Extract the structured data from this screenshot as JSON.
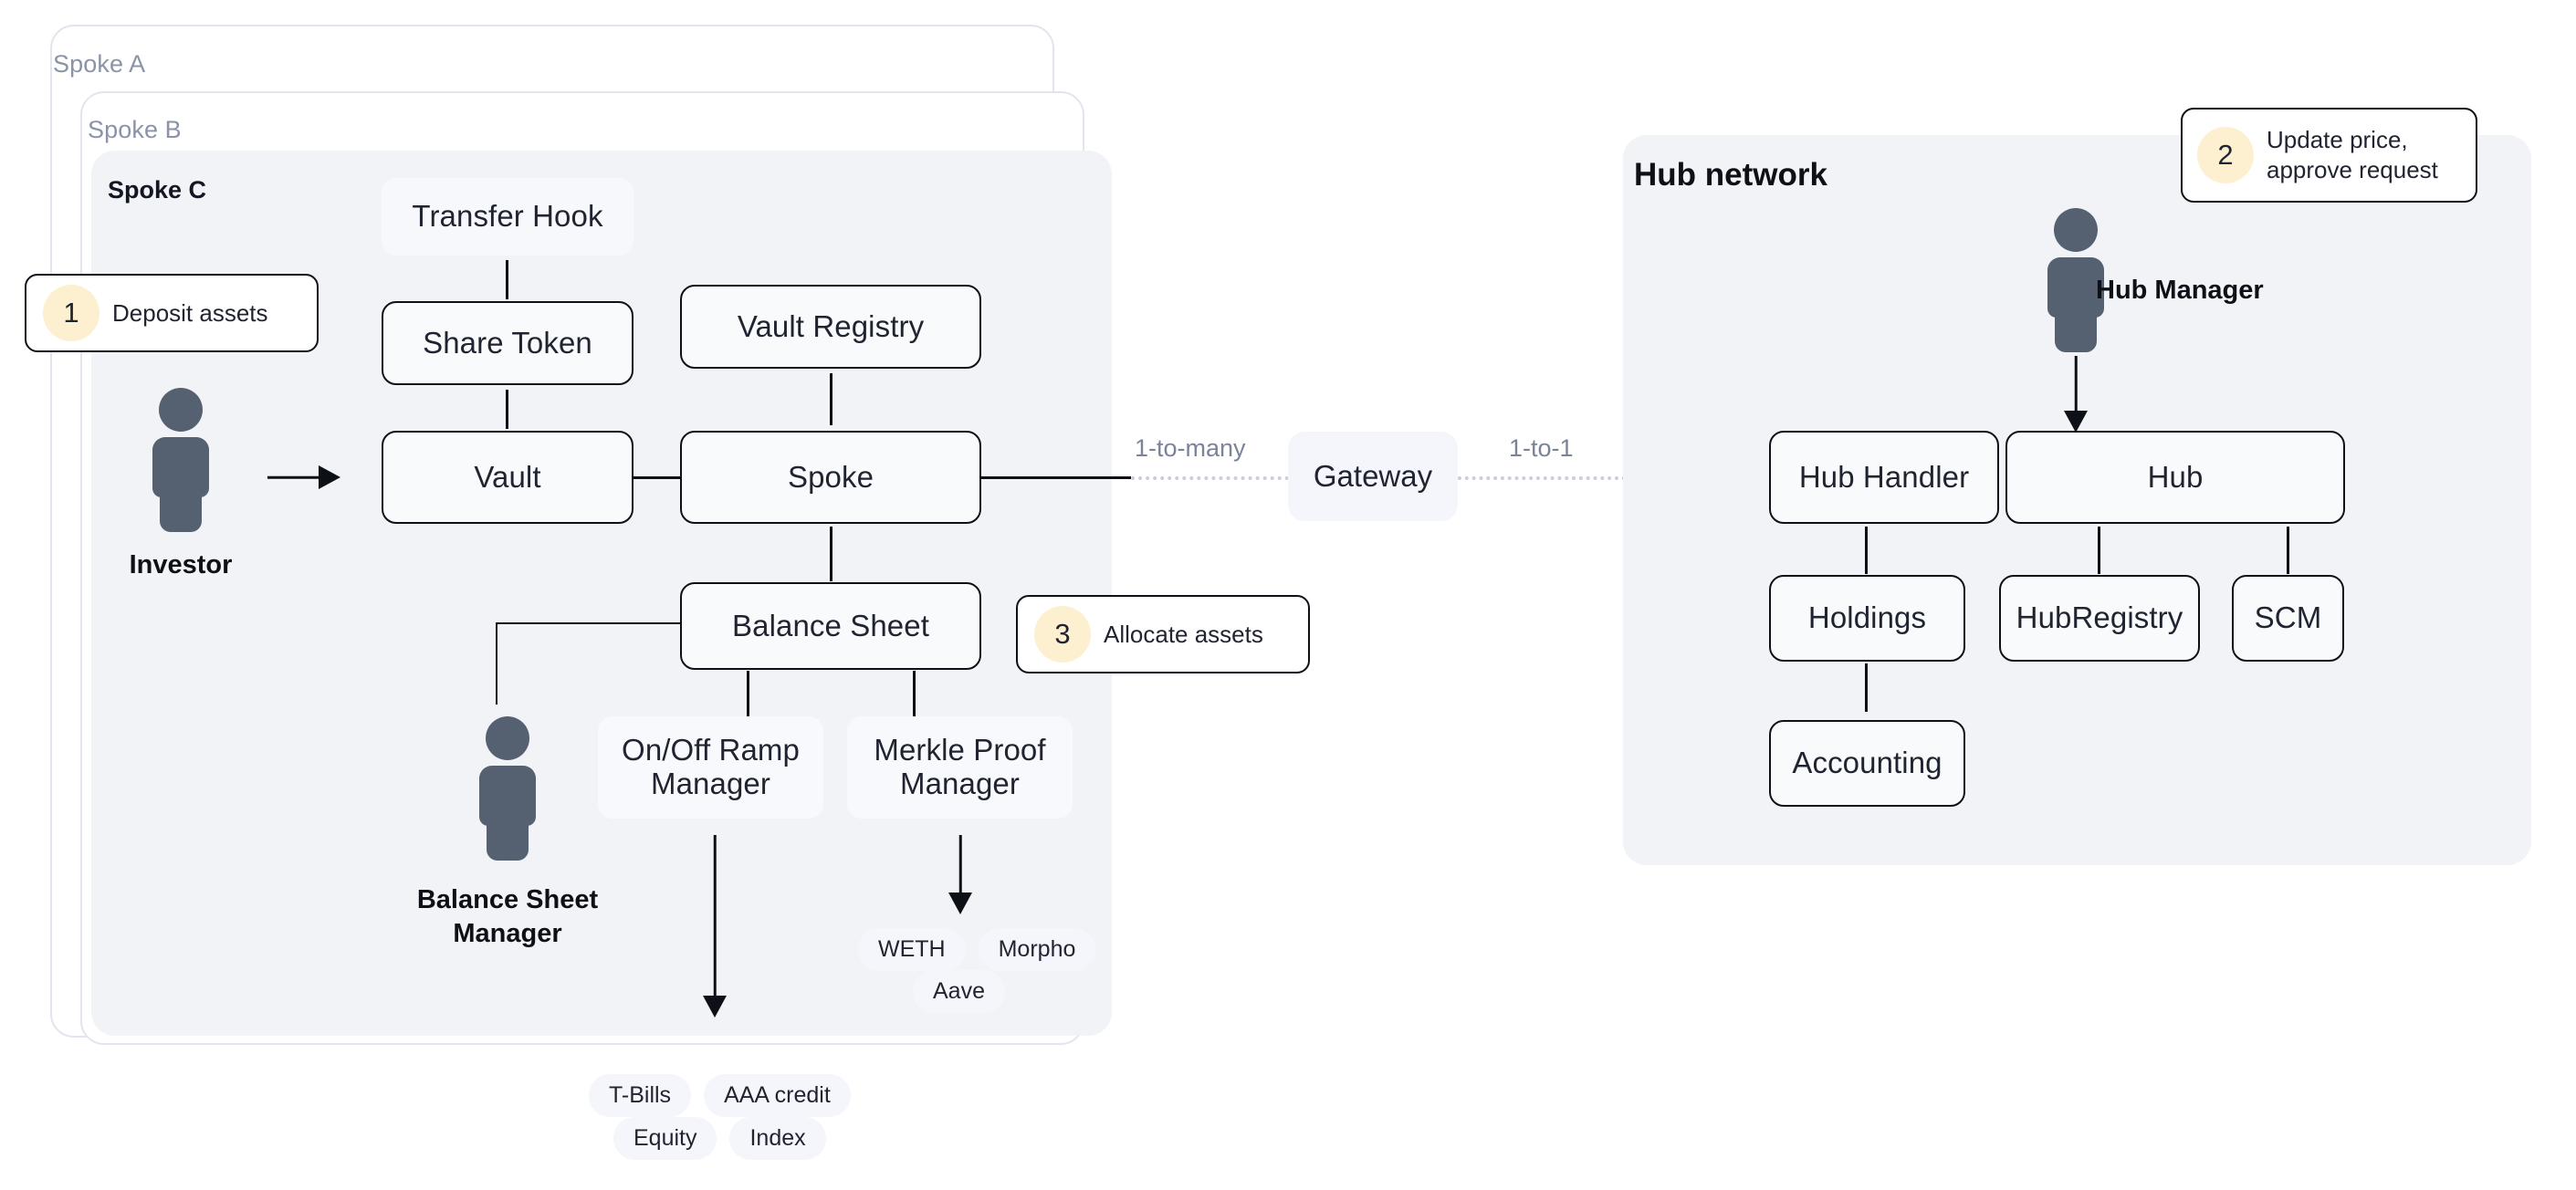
{
  "spokes": {
    "outer_label": "Spoke A",
    "middle_label": "Spoke B",
    "inner_label": "Spoke C"
  },
  "spoke_nodes": {
    "transfer_hook": "Transfer Hook",
    "share_token": "Share Token",
    "vault_registry": "Vault Registry",
    "vault": "Vault",
    "spoke": "Spoke",
    "balance_sheet": "Balance Sheet",
    "onoff_ramp_manager": "On/Off Ramp\nManager",
    "onoff_ramp_manager_line1": "On/Off Ramp",
    "onoff_ramp_manager_line2": "Manager",
    "merkle_proof_manager_line1": "Merkle Proof",
    "merkle_proof_manager_line2": "Manager"
  },
  "actors": {
    "investor": "Investor",
    "balance_sheet_manager_line1": "Balance Sheet",
    "balance_sheet_manager_line2": "Manager",
    "hub_manager": "Hub Manager"
  },
  "callouts": [
    {
      "number": "1",
      "text": "Deposit assets"
    },
    {
      "number": "2",
      "line1": "Update price,",
      "line2": "approve request"
    },
    {
      "number": "3",
      "text": "Allocate assets"
    }
  ],
  "gateway": {
    "label": "Gateway",
    "left_label": "1-to-many",
    "right_label": "1-to-1"
  },
  "hub": {
    "title": "Hub network",
    "hub_handler": "Hub Handler",
    "hub": "Hub",
    "holdings": "Holdings",
    "hub_registry": "HubRegistry",
    "scm": "SCM",
    "accounting": "Accounting"
  },
  "protocol_pills": [
    "WETH",
    "Morpho",
    "Aave"
  ],
  "asset_pills": [
    "T-Bills",
    "AAA credit",
    "Equity",
    "Index"
  ],
  "colors": {
    "panel_fill": "#f1f3f7",
    "node_border": "#0d1117",
    "node_fill": "#f8fafc",
    "accent_badge": "#fdf0d0",
    "person": "#556070",
    "muted_text": "#8b93a7"
  }
}
